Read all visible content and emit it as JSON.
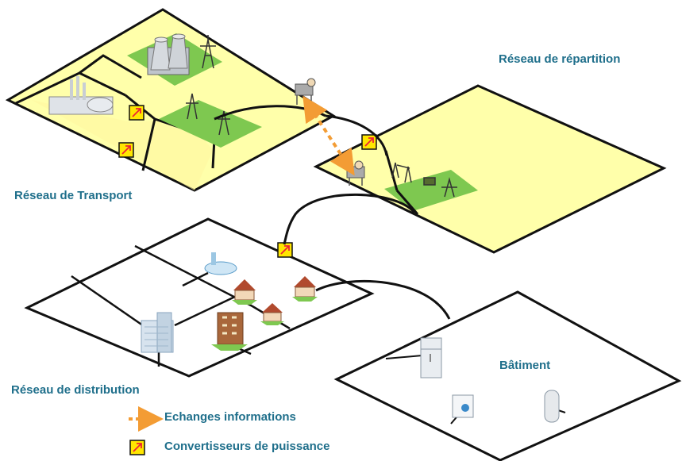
{
  "labels": {
    "transport": "Réseau de Transport",
    "repartition": "Réseau de répartition",
    "distribution": "Réseau de distribution",
    "batiment": "Bâtiment"
  },
  "legend": {
    "exchanges": "Echanges informations",
    "converters": "Convertisseurs de puissance"
  },
  "colors": {
    "text": "#1f6f8b",
    "network_fill": "#ffffaa",
    "field_green": "#7ec850",
    "exchange_arrow": "#f39c34",
    "converter_fill": "#ffe600"
  }
}
